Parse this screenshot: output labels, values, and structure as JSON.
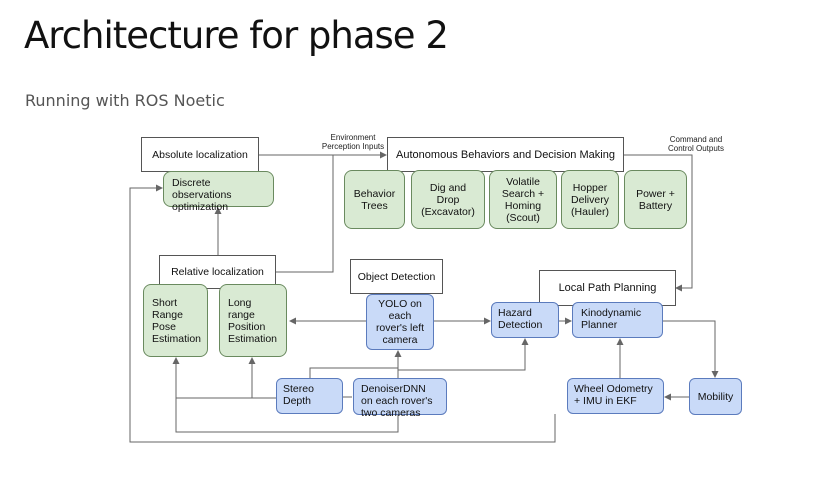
{
  "slide": {
    "title": "Architecture for phase 2",
    "subtitle": "Running with ROS Noetic"
  },
  "diagram": {
    "nodes": {
      "absolute_localization": "Absolute localization",
      "discrete_observations": "Discrete observations\noptimization",
      "autonomous_behaviors": "Autonomous Behaviors and Decision Making",
      "behavior_trees": "Behavior\nTrees",
      "dig_and_drop": "Dig and\nDrop\n(Excavator)",
      "volatile_search": "Volatile\nSearch +\nHoming\n(Scout)",
      "hopper_delivery": "Hopper\nDelivery\n(Hauler)",
      "power_battery": "Power +\nBattery",
      "relative_localization": "Relative localization",
      "short_range": "Short\nRange\nPose\nEstimation",
      "long_range": "Long\nrange\nPosition\nEstimation",
      "object_detection": "Object Detection",
      "yolo": "YOLO on\neach\nrover's left\ncamera",
      "hazard_detection": "Hazard\nDetection",
      "local_path_planning": "Local Path Planning",
      "kinodynamic_planner": "Kinodynamic\nPlanner",
      "stereo_depth": "Stereo\nDepth",
      "denoiser": "DenoiserDNN\non each rover's\ntwo cameras",
      "wheel_odometry": "Wheel Odometry\n+ IMU in EKF",
      "mobility": "Mobility"
    },
    "edge_labels": {
      "environment_perception": "Environment\nPerception Inputs",
      "command_control": "Command and\nControl Outputs"
    },
    "colors": {
      "green_fill": "#d9ead3",
      "blue_fill": "#c9daf8",
      "line": "#666666"
    }
  }
}
